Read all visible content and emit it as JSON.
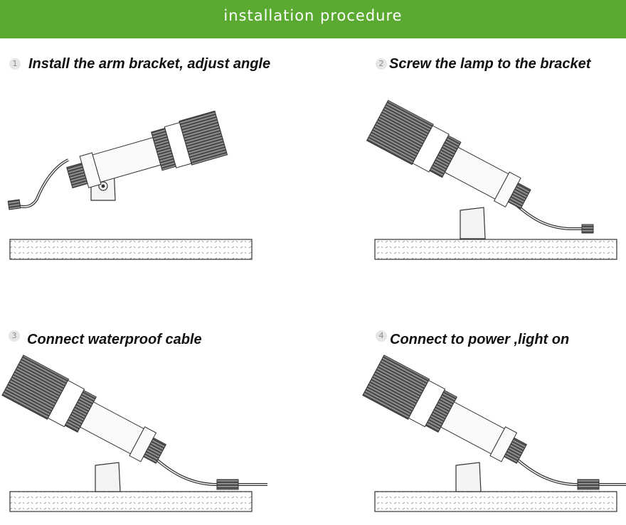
{
  "header": {
    "title": "installation procedure",
    "bg_color": "#5aaa32"
  },
  "steps": [
    {
      "number": "1",
      "label": "Install the arm bracket, adjust angle",
      "icon": "lamp-on-bracket-icon"
    },
    {
      "number": "2",
      "label": "Screw the lamp to the bracket",
      "icon": "lamp-screwed-icon"
    },
    {
      "number": "3",
      "label": "Connect waterproof cable",
      "icon": "lamp-cable-icon"
    },
    {
      "number": "4",
      "label": "Connect to power ,light on",
      "icon": "lamp-power-icon"
    }
  ]
}
